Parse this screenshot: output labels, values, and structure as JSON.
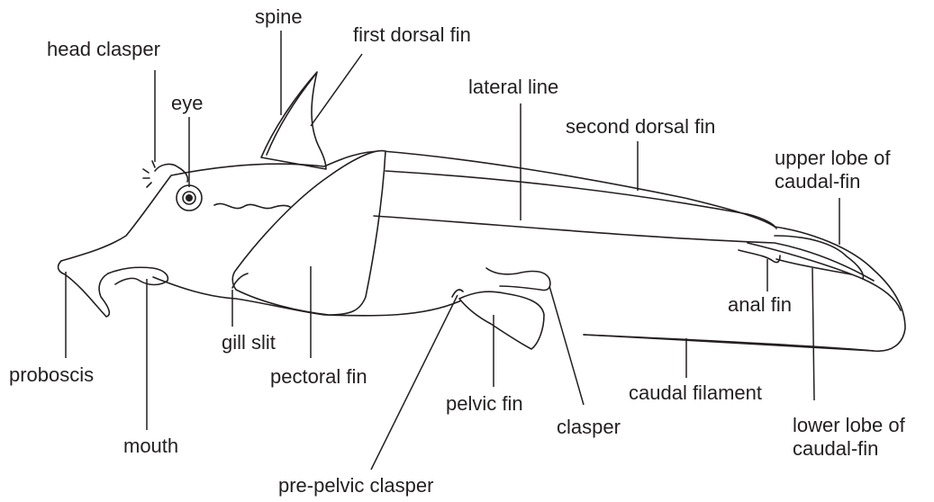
{
  "labels": {
    "spine": "spine",
    "head_clasper": "head clasper",
    "first_dorsal_fin": "first dorsal fin",
    "eye": "eye",
    "lateral_line": "lateral line",
    "second_dorsal_fin": "second dorsal fin",
    "upper_lobe_caudal_fin": "upper lobe of\ncaudal-fin",
    "anal_fin": "anal fin",
    "proboscis": "proboscis",
    "gill_slit": "gill slit",
    "pectoral_fin": "pectoral fin",
    "pelvic_fin": "pelvic fin",
    "caudal_filament": "caudal filament",
    "lower_lobe_caudal_fin": "lower lobe of\ncaudal-fin",
    "clasper": "clasper",
    "mouth": "mouth",
    "pre_pelvic_clasper": "pre-pelvic clasper"
  },
  "colors": {
    "line": "#231f20",
    "background": "#ffffff"
  }
}
